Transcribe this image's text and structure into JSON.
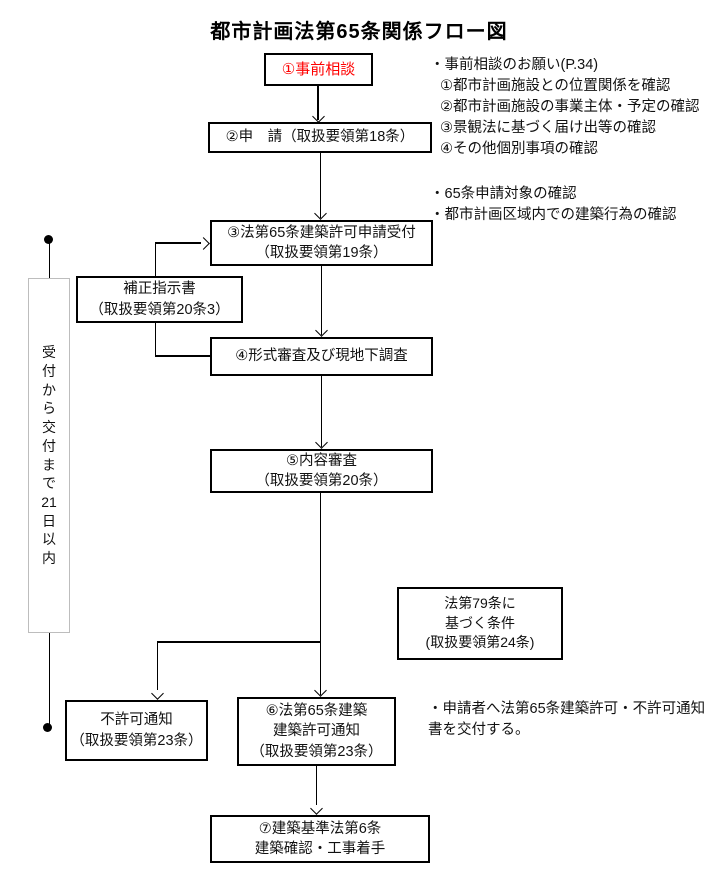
{
  "title": "都市計画法第65条関係フロー図",
  "flow": {
    "prior_consultation": {
      "lines": [
        "①事前相談"
      ]
    },
    "application": {
      "lines": [
        "②申　請（取扱要領第18条）"
      ]
    },
    "acceptance": {
      "lines": [
        "③法第65条建築許可申請受付",
        "（取扱要領第19条）"
      ]
    },
    "correction_notice": {
      "lines": [
        "補正指示書",
        "（取扱要領第20条3）"
      ]
    },
    "formal_review": {
      "lines": [
        "④形式審査及び現地下調査"
      ]
    },
    "content_review": {
      "lines": [
        "⑤内容審査",
        "（取扱要領第20条）"
      ]
    },
    "article79_condition": {
      "lines": [
        "法第79条に",
        "基づく条件",
        "(取扱要領第24条)"
      ]
    },
    "rejection_notice": {
      "lines": [
        "不許可通知",
        "（取扱要領第23条）"
      ]
    },
    "permit_notice": {
      "lines": [
        "⑥法第65条建築",
        "建築許可通知",
        "（取扱要領第23条）"
      ]
    },
    "building_confirmation": {
      "lines": [
        "⑦建築基準法第6条",
        "建築確認・工事着手"
      ]
    }
  },
  "duration_label": {
    "chars": [
      "受",
      "付",
      "か",
      "ら",
      "交",
      "付",
      "ま",
      "で",
      "21",
      "日",
      "以",
      "内"
    ]
  },
  "notes": {
    "note1_lines": [
      "・事前相談のお願い(P.34)",
      "①都市計画施設との位置関係を確認",
      "②都市計画施設の事業主体・予定の確認",
      "③景観法に基づく届け出等の確認",
      "④その他個別事項の確認"
    ],
    "note2_lines": [
      "・65条申請対象の確認",
      "・都市計画区域内での建築行為の確認"
    ],
    "note3_lines": [
      "・申請者へ法第65条建築許可・不許可通知",
      "書を交付する。"
    ]
  },
  "colors": {
    "accent_red": "#ff0000",
    "line": "#000000",
    "box_border": "#000000",
    "duration_box_border": "#bdbdbd"
  }
}
